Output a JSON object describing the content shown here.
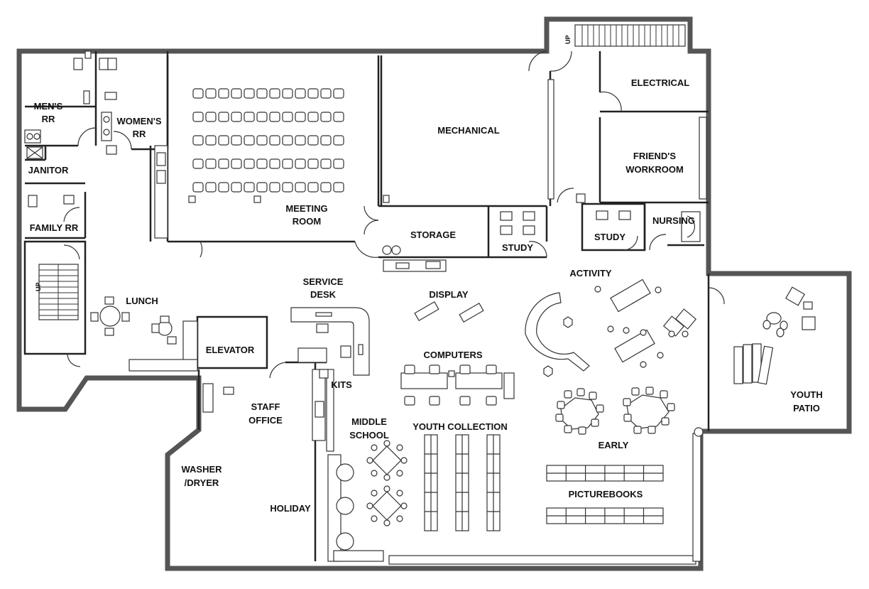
{
  "rooms": {
    "mens_rr_1": "MEN'S",
    "mens_rr_2": "RR",
    "womens_rr_1": "WOMEN'S",
    "womens_rr_2": "RR",
    "janitor": "JANITOR",
    "family_rr": "FAMILY RR",
    "lunch": "LUNCH",
    "meeting_room_1": "MEETING",
    "meeting_room_2": "ROOM",
    "mechanical": "MECHANICAL",
    "electrical": "ELECTRICAL",
    "friends_workroom_1": "FRIEND'S",
    "friends_workroom_2": "WORKROOM",
    "storage": "STORAGE",
    "study_1": "STUDY",
    "study_2": "STUDY",
    "nursing": "NURSING",
    "activity": "ACTIVITY",
    "service_desk_1": "SERVICE",
    "service_desk_2": "DESK",
    "display": "DISPLAY",
    "computers": "COMPUTERS",
    "elevator": "ELEVATOR",
    "kits": "KITS",
    "staff_office_1": "STAFF",
    "staff_office_2": "OFFICE",
    "middle_school_1": "MIDDLE",
    "middle_school_2": "SCHOOL",
    "youth_collection": "YOUTH COLLECTION",
    "early": "EARLY",
    "picturebooks": "PICTUREBOOKS",
    "washer_dryer_1": "WASHER",
    "washer_dryer_2": "/DRYER",
    "holiday": "HOLIDAY",
    "youth_patio_1": "YOUTH",
    "youth_patio_2": "PATIO"
  },
  "stair_marks": {
    "up_top": "UP",
    "up_left": "UP"
  }
}
